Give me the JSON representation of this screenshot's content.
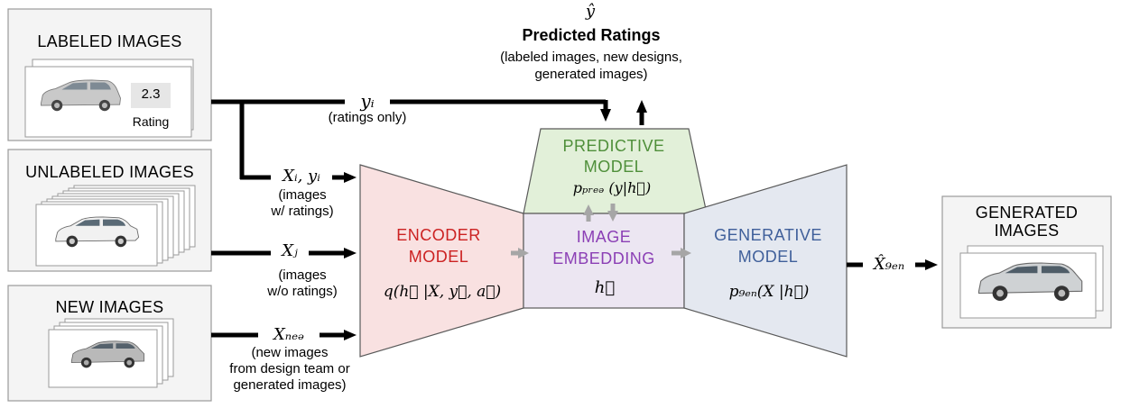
{
  "inputs": {
    "labeled": {
      "title": "LABELED IMAGES",
      "rating_value": "2.3",
      "rating_label": "Rating"
    },
    "unlabeled": {
      "title": "UNLABELED IMAGES"
    },
    "new": {
      "title": "NEW IMAGES"
    }
  },
  "flows": {
    "yi": {
      "symbol": "yᵢ",
      "note": "(ratings  only)"
    },
    "xi_yi": {
      "symbol": "Xᵢ, yᵢ",
      "note_line1": "(images",
      "note_line2": "w/ ratings)"
    },
    "xj": {
      "symbol": "Xⱼ",
      "note_line1": "(images",
      "note_line2": "w/o ratings)"
    },
    "xnew": {
      "symbol": "Xₙₑₔ",
      "note_line1": "(new images",
      "note_line2": "from design team or",
      "note_line3": "generated images)"
    },
    "xgen": {
      "symbol": "X̂₉ₑₙ"
    }
  },
  "output_ratings": {
    "symbol": "ŷ",
    "title": "Predicted Ratings",
    "note_line1": "(labeled images, new designs,",
    "note_line2": "generated images)"
  },
  "models": {
    "encoder": {
      "line1": "ENCODER",
      "line2": "MODEL",
      "formula": "q(h⃗ |X, y⃗, a⃗)",
      "color": "#cc2222",
      "fill": "#f9e1e1"
    },
    "predictive": {
      "line1": "PREDICTIVE",
      "line2": "MODEL",
      "formula": "pₚᵣₑₔ (y|h⃗)",
      "color": "#4f8f3a",
      "fill": "#e2f0d9"
    },
    "embedding": {
      "line1": "IMAGE",
      "line2": "EMBEDDING",
      "formula": "h⃗",
      "color": "#8b3fb5",
      "fill": "#ece6f2"
    },
    "generative": {
      "line1": "GENERATIVE",
      "line2": "MODEL",
      "formula": "p₉ₑₙ(X |h⃗)",
      "color": "#3f5f9a",
      "fill": "#e4e8f0"
    }
  },
  "output_images": {
    "title_line1": "GENERATED",
    "title_line2": "IMAGES"
  }
}
